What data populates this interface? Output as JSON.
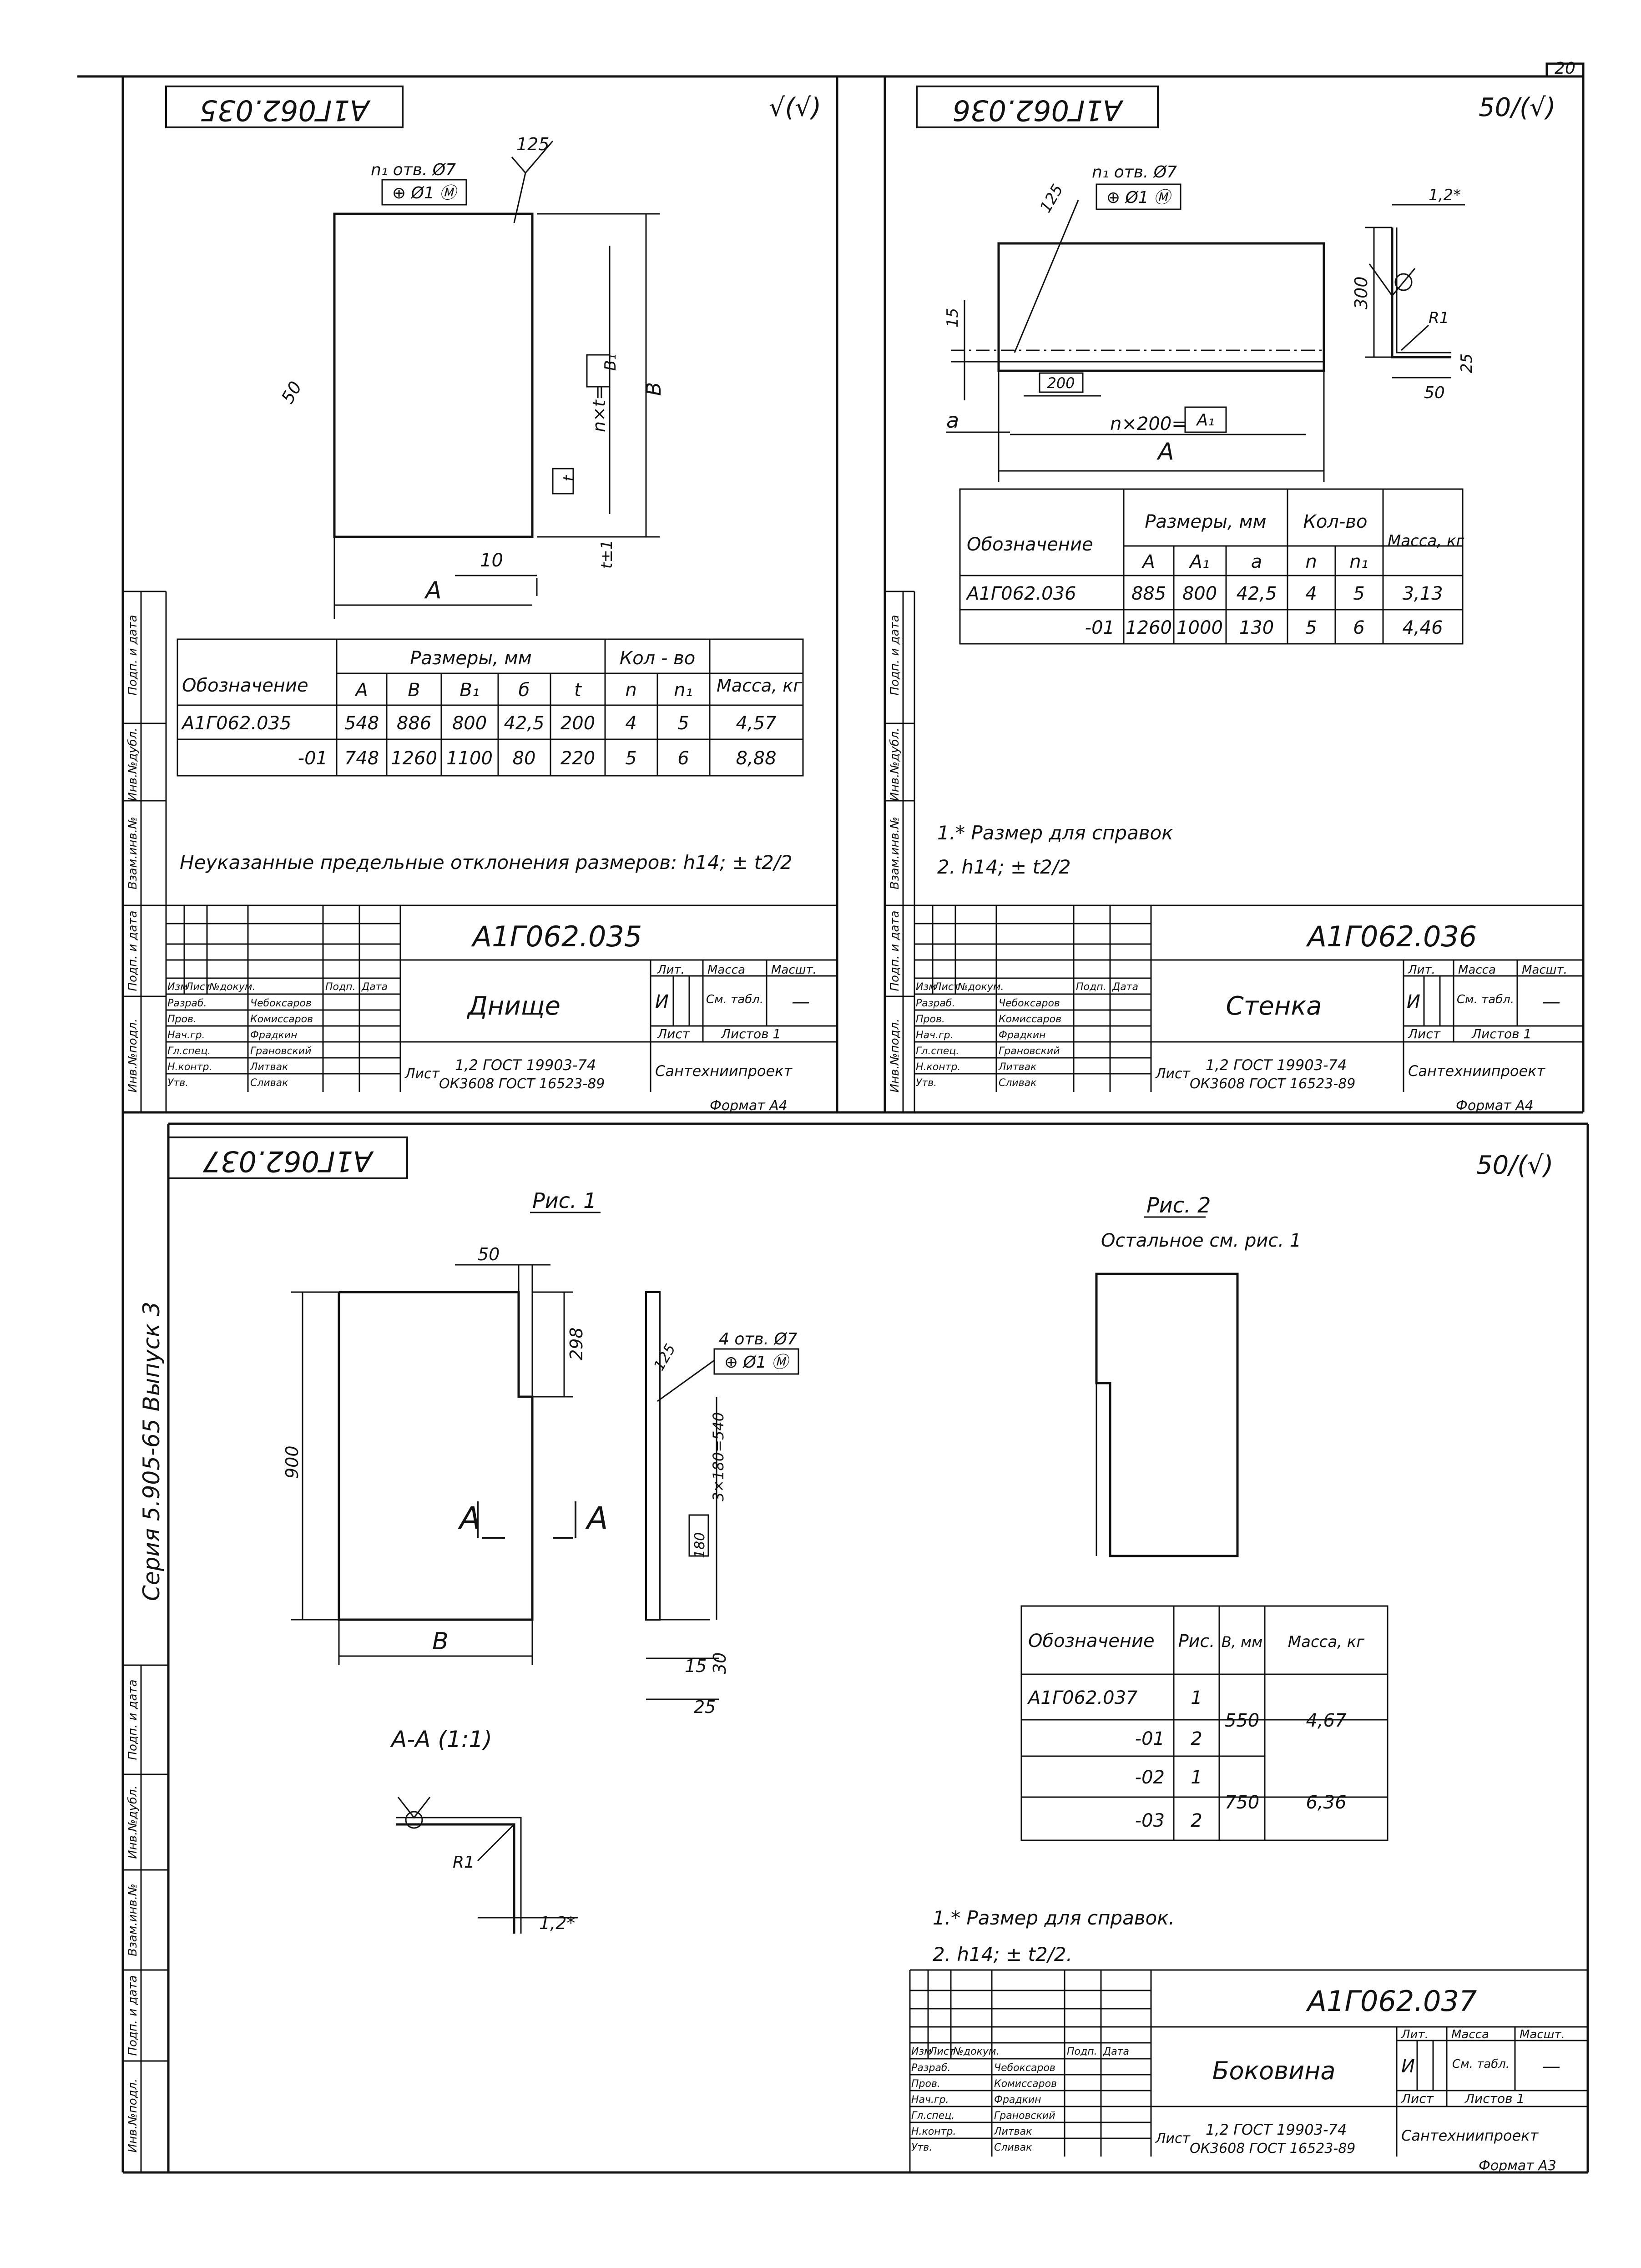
{
  "page_number": "20",
  "series_side": "Серия 5.905-65 Выпуск 3",
  "side_stamp": [
    "Подп. и дата",
    "Инв.№дубл.",
    "Взам.инв.№",
    "Подп. и дата",
    "Инв.№подл."
  ],
  "common": {
    "roles": [
      "Разраб.",
      "Пров.",
      "Нач.гр.",
      "Гл.спец.",
      "Н.контр.",
      "Утв."
    ],
    "names": [
      "Чебоксаров",
      "Комиссаров",
      "Фрадкин",
      "Грановский",
      "Литвак",
      "Сливак"
    ],
    "header_labels": [
      "Изм",
      "Лист",
      "№докум.",
      "Подп.",
      "Дата"
    ],
    "lit": "Лит.",
    "mass": "Масса",
    "scale": "Масшт.",
    "sheet": "Лист",
    "sheets": "Листов 1",
    "mass_ref": "См. табл.",
    "letter": "И",
    "dash": "—",
    "sheet_ref_label": "Лист",
    "sheet_ref_line1": "1,2 ГОСТ 19903-74",
    "sheet_ref_line2": "ОК3608 ГОСТ 16523-89",
    "org": "Сантехниипроект",
    "format_a4": "Формат А4",
    "format_a3": "Формат А3"
  },
  "sheet1": {
    "code_box": "А1Г062.035",
    "roughness": "√(√)",
    "title": "А1Г062.035",
    "name": "Днище",
    "hole_note": "n₁ отв. Ø7",
    "hole_frame": "⊕ Ø1 Ⓜ",
    "rough_125": "125",
    "rough_50": "50",
    "dims": {
      "A": "А",
      "B": "В",
      "nxt": "n×t=",
      "B1": "В₁",
      "t": "t",
      "tt": "t±1",
      "ten": "10"
    },
    "table": {
      "head": [
        "Обозначение",
        "Размеры, мм",
        "Кол - во",
        "Масса, кг"
      ],
      "sub": [
        "А",
        "В",
        "В₁",
        "б",
        "t",
        "n",
        "n₁"
      ],
      "rows": [
        [
          "А1Г062.035",
          "548",
          "886",
          "800",
          "42,5",
          "200",
          "4",
          "5",
          "4,57"
        ],
        [
          "-01",
          "748",
          "1260",
          "1100",
          "80",
          "220",
          "5",
          "6",
          "8,88"
        ]
      ]
    },
    "note": "Неуказанные предельные отклонения размеров: h14; ± t2/2"
  },
  "sheet2": {
    "code_box": "А1Г062.036",
    "roughness": "50/(√)",
    "title": "А1Г062.036",
    "name": "Стенка",
    "hole_note": "n₁ отв. Ø7",
    "hole_frame": "⊕ Ø1 Ⓜ",
    "rough_125": "125",
    "dims": {
      "d15": "15",
      "d200": "200",
      "a": "a",
      "n200": "n×200=",
      "A1": "А₁",
      "A": "А",
      "d300": "300",
      "R1": "R1",
      "d50": "50",
      "d25": "25",
      "d12": "1,2*"
    },
    "table": {
      "head": [
        "Обозначение",
        "Размеры, мм",
        "Кол-во",
        "Масса, кг"
      ],
      "sub": [
        "А",
        "А₁",
        "а",
        "n",
        "n₁"
      ],
      "rows": [
        [
          "А1Г062.036",
          "885",
          "800",
          "42,5",
          "4",
          "5",
          "3,13"
        ],
        [
          "-01",
          "1260",
          "1000",
          "130",
          "5",
          "6",
          "4,46"
        ]
      ]
    },
    "note1": "1.* Размер для справок",
    "note2": "2. h14; ± t2/2"
  },
  "sheet3": {
    "code_box": "А1Г062.037",
    "roughness": "50/(√)",
    "title": "А1Г062.037",
    "name": "Боковина",
    "fig1": "Рис. 1",
    "fig2": "Рис. 2",
    "fig2_sub": "Остальное см. рис. 1",
    "section": "А-А (1:1)",
    "cut_a": "А",
    "hole_note": "4 отв. Ø7",
    "hole_frame": "⊕ Ø1 Ⓜ",
    "rough_125": "125",
    "dims": {
      "d50": "50",
      "d298": "298",
      "d900": "900",
      "B": "В",
      "d540": "3×180=540",
      "d180": "180",
      "d15": "15",
      "d30": "30",
      "d25": "25",
      "R1": "R1",
      "d12": "1,2*"
    },
    "table": {
      "head": [
        "Обозначение",
        "Рис.",
        "В, мм",
        "Масса, кг"
      ],
      "rows": [
        [
          "А1Г062.037",
          "1"
        ],
        [
          "-01",
          "2"
        ],
        [
          "-02",
          "1"
        ],
        [
          "-03",
          "2"
        ]
      ],
      "b1": "550",
      "m1": "4,67",
      "b2": "750",
      "m2": "6,36"
    },
    "note1": "1.* Размер для справок.",
    "note2": "2. h14; ± t2/2."
  }
}
